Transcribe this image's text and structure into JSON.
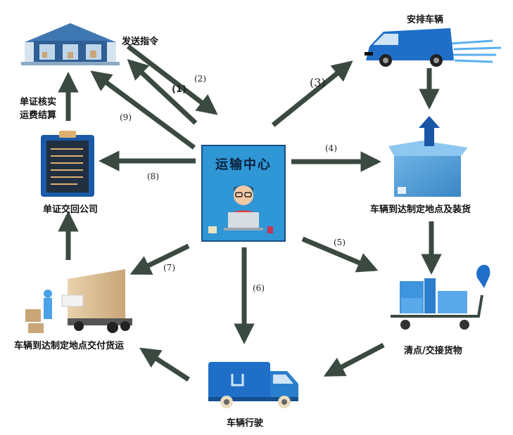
{
  "center": {
    "title": "运输中心"
  },
  "nodes": {
    "warehouse_label": "发送指令",
    "van_label": "安排车辆",
    "box_label": "车辆到达制定地点及装货",
    "cart_label": "清点/交接货物",
    "truck_label": "车辆行驶",
    "unload_label": "车辆到达制定地点交付货运",
    "doc_return_label": "单证交回公司",
    "doc_verify_label_line1": "单证核实",
    "doc_verify_label_line2": "运费结算"
  },
  "steps": {
    "s1": "(1)",
    "s2": "(2)",
    "s3": "(3)",
    "s4": "(4)",
    "s5": "(5)",
    "s6": "(6)",
    "s7": "(7)",
    "s8": "(8)",
    "s9": "(9)"
  },
  "colors": {
    "arrow": "#3a4a40",
    "center_fill": "#2f97d6",
    "center_border": "#1a4f85",
    "vehicle_blue": "#1f6fc9"
  },
  "icons": [
    "warehouse-icon",
    "van-icon",
    "box-icon",
    "cart-icon",
    "truck-icon",
    "unload-truck-icon",
    "clipboard-icon",
    "operator-icon"
  ]
}
